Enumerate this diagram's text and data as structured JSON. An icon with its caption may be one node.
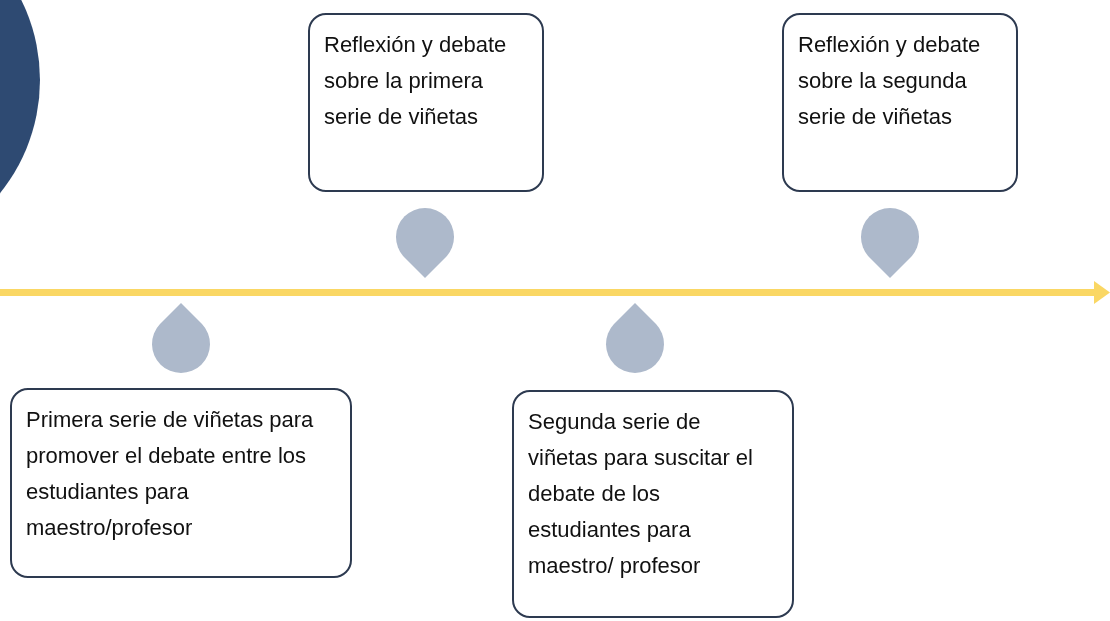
{
  "diagram": {
    "nodes": [
      {
        "text": [
          "Primera serie de viñetas para promover el debate entre los estudiantes para maestro/profesor"
        ]
      },
      {
        "text": [
          "Reflexión y debate sobre la primera serie de viñetas"
        ]
      },
      {
        "text": [
          "Segunda serie de viñetas para suscitar el debate de los estudiantes para maestro/ profesor"
        ]
      },
      {
        "text": [
          "Reflexión y debate sobre la segunda serie de viñetas"
        ]
      }
    ]
  }
}
